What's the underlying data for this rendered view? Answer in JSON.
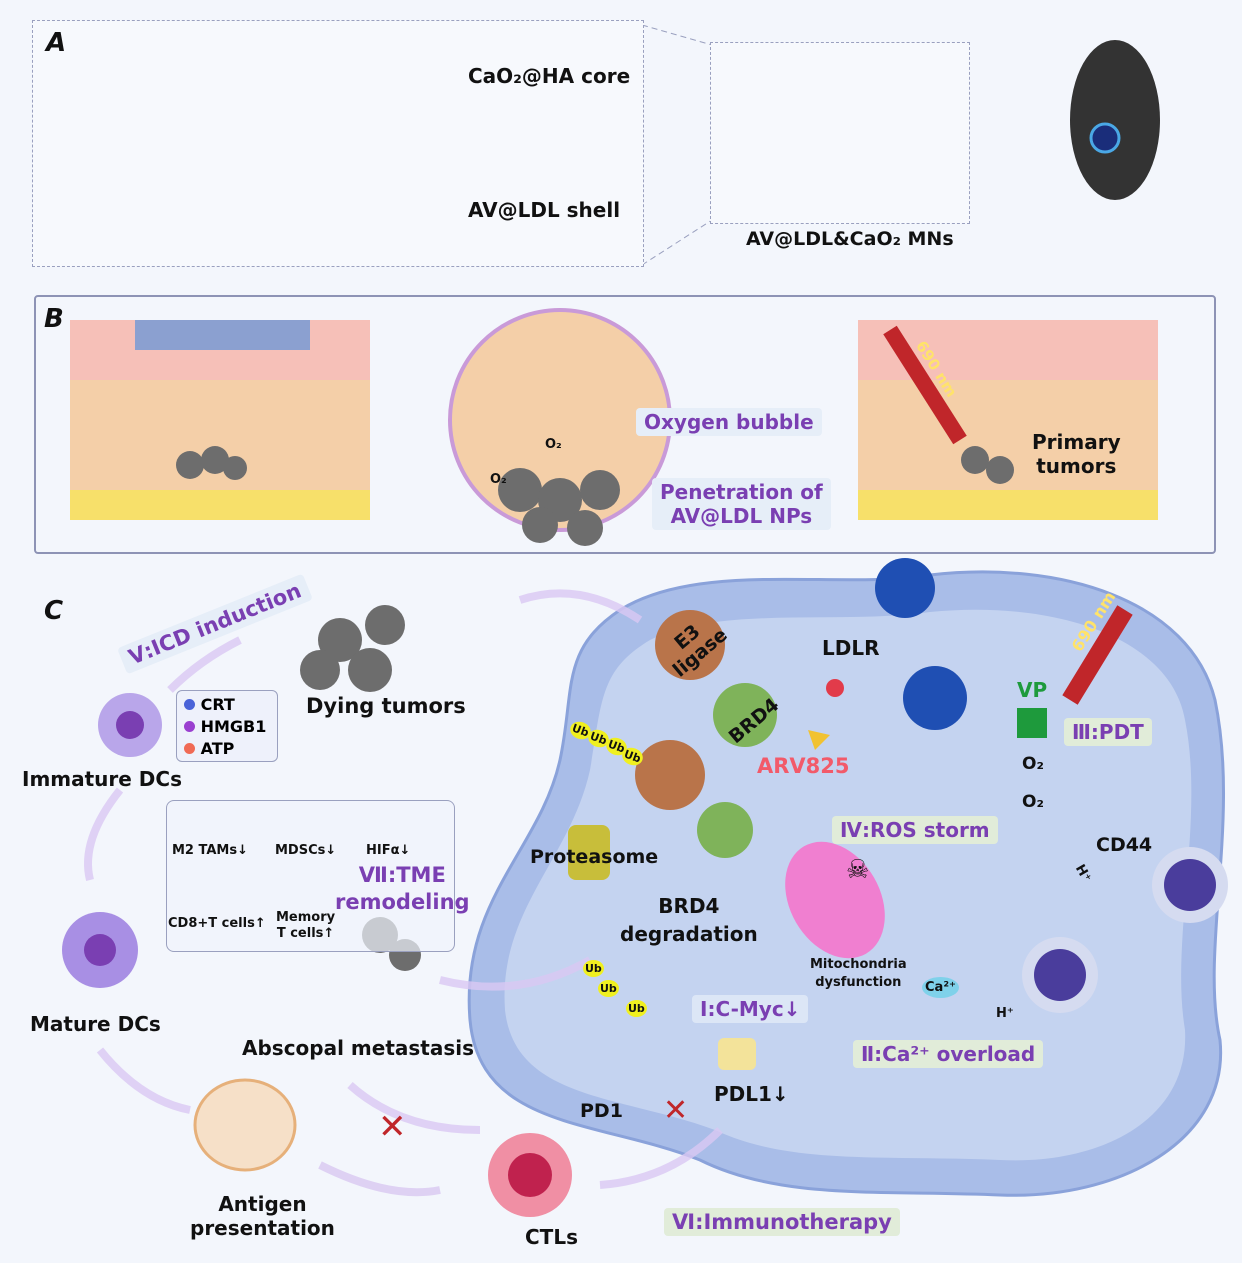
{
  "panel_a": {
    "letter": "A",
    "core_label": "CaO₂@HA core",
    "shell_label": "AV@LDL shell",
    "mns_label": "AV@LDL&CaO₂ MNs"
  },
  "panel_b": {
    "letter": "B",
    "oxygen_bubble": "Oxygen bubble",
    "penetration_line1": "Penetration of",
    "penetration_line2": "AV@LDL NPs",
    "laser_label": "690 nm",
    "primary_line1": "Primary",
    "primary_line2": "tumors",
    "o2": "O₂"
  },
  "panel_c": {
    "letter": "C",
    "icd": "Ⅴ:ICD induction",
    "dying_tumors": "Dying tumors",
    "legend": [
      {
        "label": "CRT",
        "color": "#4a63d8"
      },
      {
        "label": "HMGB1",
        "color": "#9a3fd0"
      },
      {
        "label": "ATP",
        "color": "#f06a55"
      }
    ],
    "immature_dcs": "Immature DCs",
    "mature_dcs": "Mature DCs",
    "tme": {
      "m2": "M2 TAMs↓",
      "mdscs": "MDSCs↓",
      "hif": "HIFα↓",
      "cd8": "CD8+T cells↑",
      "memory_line1": "Memory",
      "memory_line2": "T cells↑",
      "title_line1": "Ⅶ:TME",
      "title_line2": "remodeling"
    },
    "abscopal": "Abscopal metastasis",
    "antigen_line1": "Antigen",
    "antigen_line2": "presentation",
    "ctls": "CTLs",
    "pd1": "PD1",
    "pdl1": "PDL1↓",
    "immunotherapy": "Ⅵ:Immunotherapy",
    "e3_line1": "E3",
    "e3_line2": "ligase",
    "brd4": "BRD4",
    "arv825": "ARV825",
    "ldlr": "LDLR",
    "vp": "VP",
    "pdt": "Ⅲ:PDT",
    "laser_label": "690 nm",
    "ros": "Ⅳ:ROS storm",
    "proteasome": "Proteasome",
    "degradation_line1": "BRD4",
    "degradation_line2": "degradation",
    "mito_line1": "Mitochondria",
    "mito_line2": "dysfunction",
    "cd44": "CD44",
    "h_plus": "H⁺",
    "ca": "Ca²⁺",
    "ca_overload": "Ⅱ:Ca²⁺ overload",
    "cmyc": "Ⅰ:C-Myc↓",
    "ub": "Ub",
    "o2": "O₂"
  },
  "colors": {
    "membrane": "#a9bde8",
    "cell_interior": "#c4d3f0",
    "accent_purple": "#7a3fb2",
    "arv_red": "#f25a6a",
    "tag_bg": "#e1ecd9"
  }
}
